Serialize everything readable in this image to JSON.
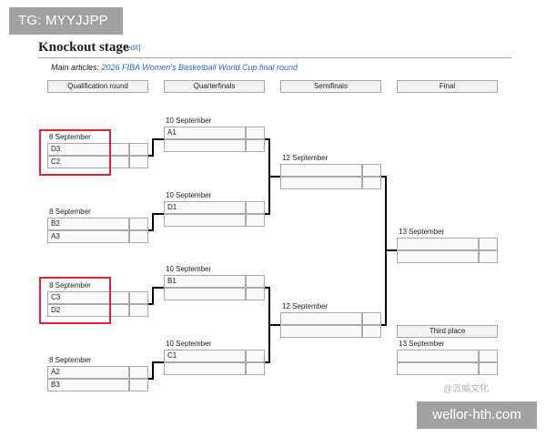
{
  "overlay_label": "TG: MYYJJPP",
  "section": {
    "title": "Knockout stage",
    "edit_open": "[",
    "edit_link": "edit",
    "edit_close": "]"
  },
  "hatnote": {
    "prefix": "Main articles: ",
    "link": "2026 FIBA Women's Basketball World Cup final round"
  },
  "rounds": [
    "Qualification round",
    "Quarterfinals",
    "Semifinals",
    "Final"
  ],
  "qualification": [
    {
      "date": "8 September",
      "team1": "D3",
      "team2": "C2"
    },
    {
      "date": "8 September",
      "team1": "B2",
      "team2": "A3"
    },
    {
      "date": "8 September",
      "team1": "C3",
      "team2": "D2"
    },
    {
      "date": "8 September",
      "team1": "A2",
      "team2": "B3"
    }
  ],
  "quarterfinals": [
    {
      "date": "10 September",
      "team1": "A1",
      "team2": ""
    },
    {
      "date": "10 September",
      "team1": "D1",
      "team2": ""
    },
    {
      "date": "10 September",
      "team1": "B1",
      "team2": ""
    },
    {
      "date": "10 September",
      "team1": "C1",
      "team2": ""
    }
  ],
  "semifinals": [
    {
      "date": "12 September",
      "team1": "",
      "team2": ""
    },
    {
      "date": "12 September",
      "team1": "",
      "team2": ""
    }
  ],
  "final": {
    "date": "13 September",
    "team1": "",
    "team2": ""
  },
  "third_place": {
    "label": "Third place",
    "date": "13 September",
    "team1": "",
    "team2": ""
  },
  "watermark_text": "@派威文化",
  "watermark_url": "wellor-hth.com",
  "colors": {
    "highlight": "#e0232e",
    "link": "#3366cc",
    "cell_border": "#aaaaaa",
    "round_header_bg": "#f2f2f2"
  }
}
